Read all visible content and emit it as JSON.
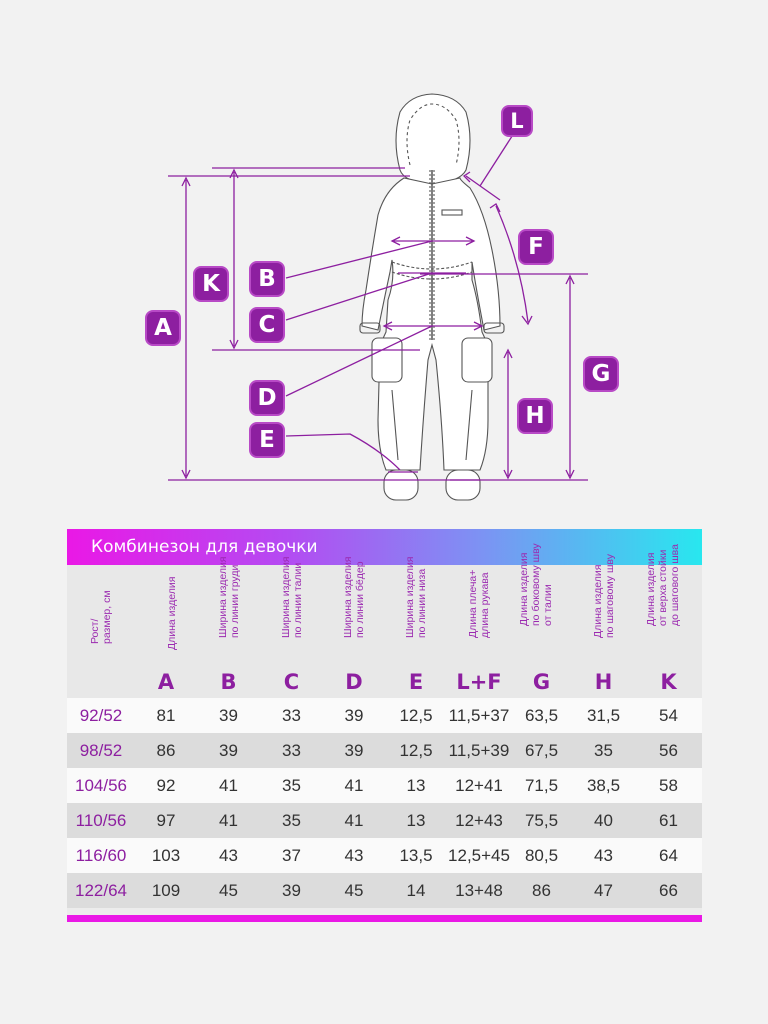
{
  "diagram": {
    "labels": {
      "A": "A",
      "K": "K",
      "B": "B",
      "C": "C",
      "D": "D",
      "E": "E",
      "L": "L",
      "F": "F",
      "G": "G",
      "H": "H"
    },
    "accent": "#8d1fa0",
    "garment_icon": "jumpsuit-icon"
  },
  "table": {
    "title": "Комбинезон для девочки",
    "headers": [
      {
        "id": "size",
        "lines": [
          "Рост/",
          "размер, см"
        ],
        "key": ""
      },
      {
        "id": "A",
        "lines": [
          "Длина изделия"
        ],
        "key": "A"
      },
      {
        "id": "B",
        "lines": [
          "Ширина изделия",
          "по линии груди"
        ],
        "key": "B"
      },
      {
        "id": "C",
        "lines": [
          "Ширина изделия",
          "по линии талии"
        ],
        "key": "C"
      },
      {
        "id": "D",
        "lines": [
          "Ширина изделия",
          "по линии бёдер"
        ],
        "key": "D"
      },
      {
        "id": "E",
        "lines": [
          "Ширина изделия",
          "по линии низа"
        ],
        "key": "E"
      },
      {
        "id": "LF",
        "lines": [
          "Длина плеча+",
          "длина рукава"
        ],
        "key": "L+F"
      },
      {
        "id": "G",
        "lines": [
          "Длина изделия",
          "по боковому шву",
          "от талии"
        ],
        "key": "G"
      },
      {
        "id": "H",
        "lines": [
          "Длина изделия",
          "по шаговому шву"
        ],
        "key": "H"
      },
      {
        "id": "K",
        "lines": [
          "Длина изделия",
          "от верха стойки",
          "до шагового шва"
        ],
        "key": "K"
      }
    ],
    "rows": [
      [
        "92/52",
        "81",
        "39",
        "33",
        "39",
        "12,5",
        "11,5+37",
        "63,5",
        "31,5",
        "54"
      ],
      [
        "98/52",
        "86",
        "39",
        "33",
        "39",
        "12,5",
        "11,5+39",
        "67,5",
        "35",
        "56"
      ],
      [
        "104/56",
        "92",
        "41",
        "35",
        "41",
        "13",
        "12+41",
        "71,5",
        "38,5",
        "58"
      ],
      [
        "110/56",
        "97",
        "41",
        "35",
        "41",
        "13",
        "12+43",
        "75,5",
        "40",
        "61"
      ],
      [
        "116/60",
        "103",
        "43",
        "37",
        "43",
        "13,5",
        "12,5+45",
        "80,5",
        "43",
        "64"
      ],
      [
        "122/64",
        "109",
        "45",
        "39",
        "45",
        "14",
        "13+48",
        "86",
        "47",
        "66"
      ]
    ]
  }
}
